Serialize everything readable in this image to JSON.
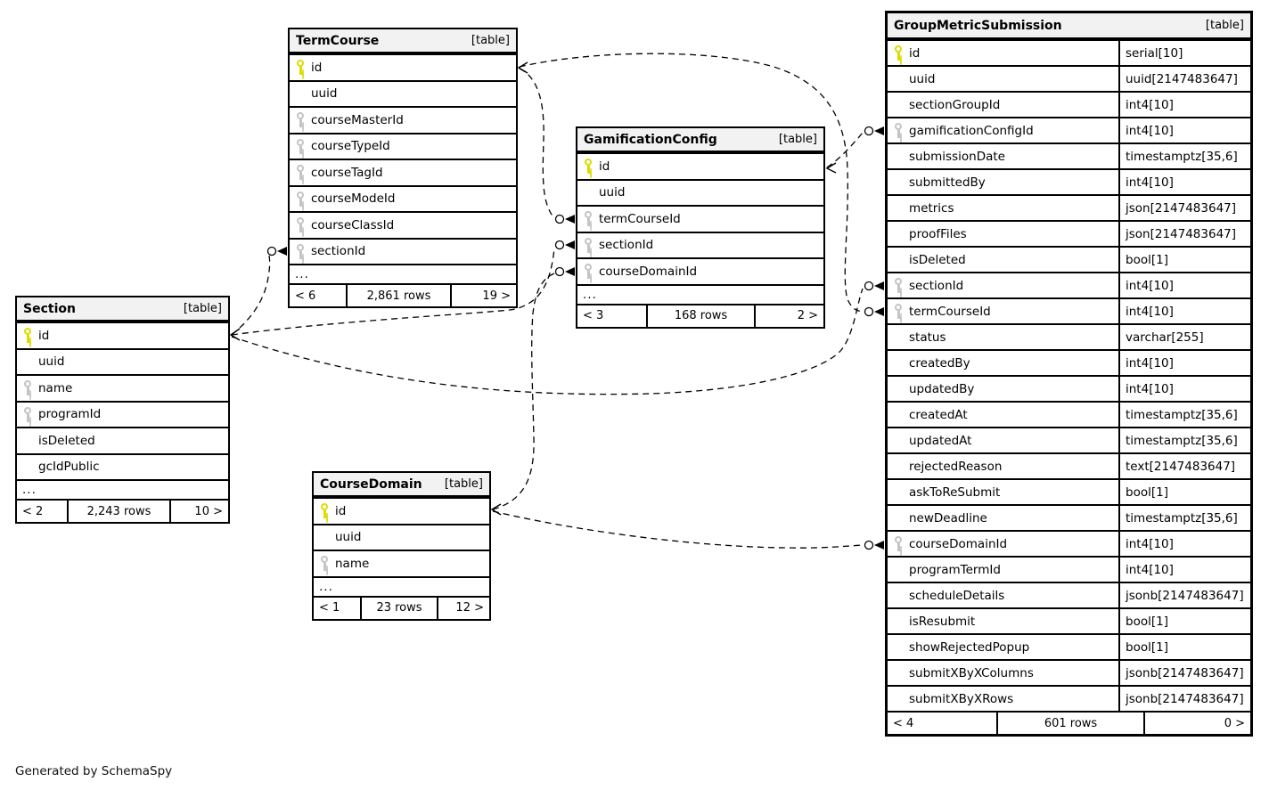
{
  "page": {
    "footer_note": "Generated by SchemaSpy"
  },
  "colors": {
    "primary_key": "#dcdc00",
    "indexed_key": "#c4c4c4",
    "header_bg": "#f2f2f2",
    "line": "#000000"
  },
  "tables": {
    "termCourse": {
      "title": "TermCourse",
      "badge": "[table]",
      "rows": [
        {
          "label": "id",
          "key": "primary"
        },
        {
          "label": "uuid"
        },
        {
          "label": "courseMasterId",
          "key": "indexed"
        },
        {
          "label": "courseTypeId",
          "key": "indexed"
        },
        {
          "label": "courseTagId",
          "key": "indexed"
        },
        {
          "label": "courseModeId",
          "key": "indexed"
        },
        {
          "label": "courseClassId",
          "key": "indexed"
        },
        {
          "label": "sectionId",
          "key": "indexed"
        },
        {
          "label": "...",
          "ellipsis": true
        }
      ],
      "footer": {
        "left": "< 6",
        "center": "2,861 rows",
        "right": "19 >"
      }
    },
    "section": {
      "title": "Section",
      "badge": "[table]",
      "rows": [
        {
          "label": "id",
          "key": "primary"
        },
        {
          "label": "uuid"
        },
        {
          "label": "name",
          "key": "indexed"
        },
        {
          "label": "programId",
          "key": "indexed"
        },
        {
          "label": "isDeleted"
        },
        {
          "label": "gcIdPublic"
        },
        {
          "label": "...",
          "ellipsis": true
        }
      ],
      "footer": {
        "left": "< 2",
        "center": "2,243 rows",
        "right": "10 >"
      }
    },
    "gamificationConfig": {
      "title": "GamificationConfig",
      "badge": "[table]",
      "rows": [
        {
          "label": "id",
          "key": "primary"
        },
        {
          "label": "uuid"
        },
        {
          "label": "termCourseId",
          "key": "indexed"
        },
        {
          "label": "sectionId",
          "key": "indexed"
        },
        {
          "label": "courseDomainId",
          "key": "indexed"
        },
        {
          "label": "...",
          "ellipsis": true
        }
      ],
      "footer": {
        "left": "< 3",
        "center": "168 rows",
        "right": "2 >"
      }
    },
    "courseDomain": {
      "title": "CourseDomain",
      "badge": "[table]",
      "rows": [
        {
          "label": "id",
          "key": "primary"
        },
        {
          "label": "uuid"
        },
        {
          "label": "name",
          "key": "indexed"
        },
        {
          "label": "...",
          "ellipsis": true
        }
      ],
      "footer": {
        "left": "< 1",
        "center": "23 rows",
        "right": "12 >"
      }
    },
    "groupMetricSubmission": {
      "title": "GroupMetricSubmission",
      "badge": "[table]",
      "rows": [
        {
          "label": "id",
          "key": "primary",
          "type": "serial[10]"
        },
        {
          "label": "uuid",
          "type": "uuid[2147483647]"
        },
        {
          "label": "sectionGroupId",
          "type": "int4[10]"
        },
        {
          "label": "gamificationConfigId",
          "key": "indexed",
          "type": "int4[10]"
        },
        {
          "label": "submissionDate",
          "type": "timestamptz[35,6]"
        },
        {
          "label": "submittedBy",
          "type": "int4[10]"
        },
        {
          "label": "metrics",
          "type": "json[2147483647]"
        },
        {
          "label": "proofFiles",
          "type": "json[2147483647]"
        },
        {
          "label": "isDeleted",
          "type": "bool[1]"
        },
        {
          "label": "sectionId",
          "key": "indexed",
          "type": "int4[10]"
        },
        {
          "label": "termCourseId",
          "key": "indexed",
          "type": "int4[10]"
        },
        {
          "label": "status",
          "type": "varchar[255]"
        },
        {
          "label": "createdBy",
          "type": "int4[10]"
        },
        {
          "label": "updatedBy",
          "type": "int4[10]"
        },
        {
          "label": "createdAt",
          "type": "timestamptz[35,6]"
        },
        {
          "label": "updatedAt",
          "type": "timestamptz[35,6]"
        },
        {
          "label": "rejectedReason",
          "type": "text[2147483647]"
        },
        {
          "label": "askToReSubmit",
          "type": "bool[1]"
        },
        {
          "label": "newDeadline",
          "type": "timestamptz[35,6]"
        },
        {
          "label": "courseDomainId",
          "key": "indexed",
          "type": "int4[10]"
        },
        {
          "label": "programTermId",
          "type": "int4[10]"
        },
        {
          "label": "scheduleDetails",
          "type": "jsonb[2147483647]"
        },
        {
          "label": "isResubmit",
          "type": "bool[1]"
        },
        {
          "label": "showRejectedPopup",
          "type": "bool[1]"
        },
        {
          "label": "submitXByXColumns",
          "type": "jsonb[2147483647]"
        },
        {
          "label": "submitXByXRows",
          "type": "jsonb[2147483647]"
        }
      ],
      "footer": {
        "left": "< 4",
        "center": "601 rows",
        "right": "0 >"
      }
    }
  },
  "relationships": [
    {
      "from_table": "TermCourse",
      "from_column": "sectionId",
      "to_table": "Section",
      "to_column": "id"
    },
    {
      "from_table": "GamificationConfig",
      "from_column": "termCourseId",
      "to_table": "TermCourse",
      "to_column": "id"
    },
    {
      "from_table": "GamificationConfig",
      "from_column": "sectionId",
      "to_table": "Section",
      "to_column": "id"
    },
    {
      "from_table": "GamificationConfig",
      "from_column": "courseDomainId",
      "to_table": "CourseDomain",
      "to_column": "id"
    },
    {
      "from_table": "GroupMetricSubmission",
      "from_column": "gamificationConfigId",
      "to_table": "GamificationConfig",
      "to_column": "id"
    },
    {
      "from_table": "GroupMetricSubmission",
      "from_column": "sectionId",
      "to_table": "Section",
      "to_column": "id"
    },
    {
      "from_table": "GroupMetricSubmission",
      "from_column": "termCourseId",
      "to_table": "TermCourse",
      "to_column": "id"
    },
    {
      "from_table": "GroupMetricSubmission",
      "from_column": "courseDomainId",
      "to_table": "CourseDomain",
      "to_column": "id"
    }
  ]
}
